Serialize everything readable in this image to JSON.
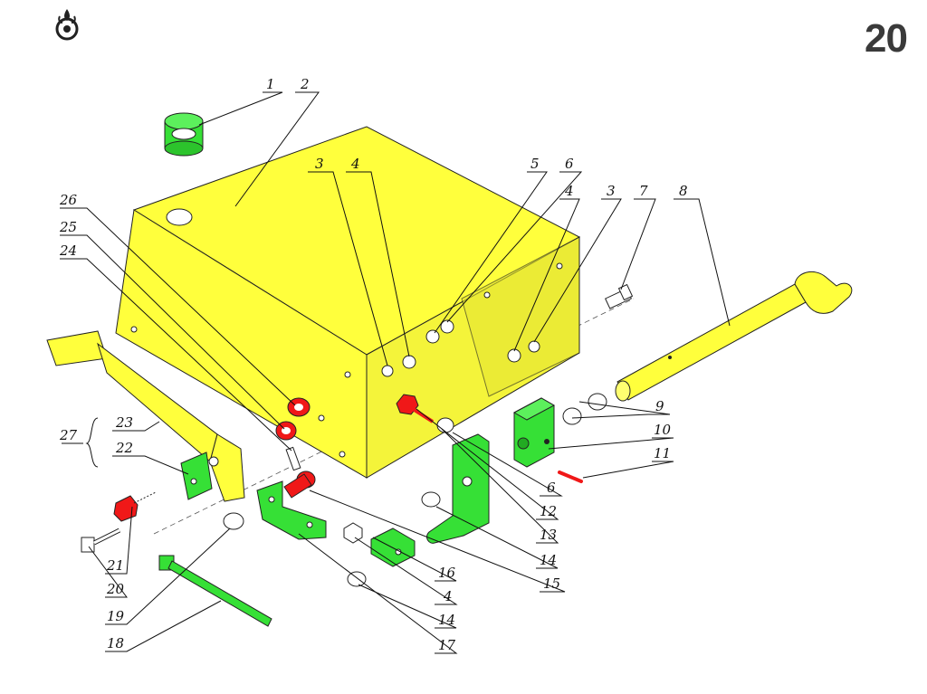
{
  "page_number": "20",
  "colors": {
    "yellow": "#ffff3c",
    "green": "#36e036",
    "red": "#f01818"
  },
  "icons": {
    "logo": "wheat-gear-logo-icon"
  },
  "callouts": [
    {
      "id": "c1",
      "text": "1"
    },
    {
      "id": "c2",
      "text": "2"
    },
    {
      "id": "c3a",
      "text": "3"
    },
    {
      "id": "c4a",
      "text": "4"
    },
    {
      "id": "c5",
      "text": "5"
    },
    {
      "id": "c6a",
      "text": "6"
    },
    {
      "id": "c4b",
      "text": "4"
    },
    {
      "id": "c3b",
      "text": "3"
    },
    {
      "id": "c7",
      "text": "7"
    },
    {
      "id": "c8",
      "text": "8"
    },
    {
      "id": "c26",
      "text": "26"
    },
    {
      "id": "c25",
      "text": "25"
    },
    {
      "id": "c24",
      "text": "24"
    },
    {
      "id": "c9",
      "text": "9"
    },
    {
      "id": "c10",
      "text": "10"
    },
    {
      "id": "c11",
      "text": "11"
    },
    {
      "id": "c27",
      "text": "27"
    },
    {
      "id": "c23",
      "text": "23"
    },
    {
      "id": "c22",
      "text": "22"
    },
    {
      "id": "c6b",
      "text": "6"
    },
    {
      "id": "c12",
      "text": "12"
    },
    {
      "id": "c13",
      "text": "13"
    },
    {
      "id": "c14a",
      "text": "14"
    },
    {
      "id": "c15",
      "text": "15"
    },
    {
      "id": "c16",
      "text": "16"
    },
    {
      "id": "c4c",
      "text": "4"
    },
    {
      "id": "c14b",
      "text": "14"
    },
    {
      "id": "c17",
      "text": "17"
    },
    {
      "id": "c21",
      "text": "21"
    },
    {
      "id": "c20",
      "text": "20"
    },
    {
      "id": "c19",
      "text": "19"
    },
    {
      "id": "c18",
      "text": "18"
    }
  ]
}
